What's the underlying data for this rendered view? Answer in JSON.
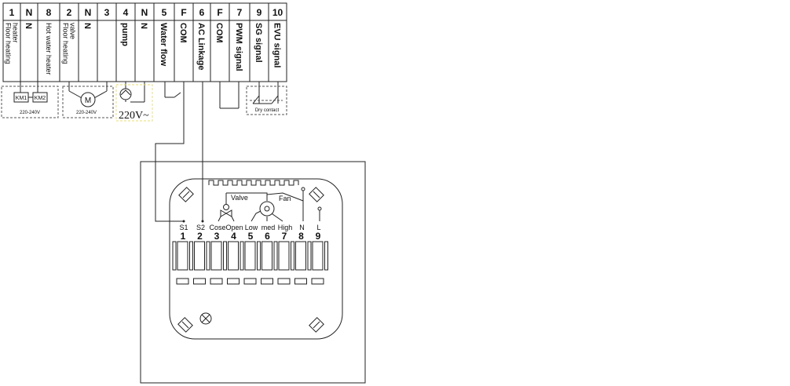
{
  "terminal_strip": {
    "terminals": [
      {
        "num": "1",
        "label": "Floor heating heater",
        "label_lines": [
          "Floor heating",
          "heater"
        ]
      },
      {
        "num": "N",
        "label": "N",
        "label_lines": [
          "N"
        ]
      },
      {
        "num": "8",
        "label": "Hot water heater",
        "label_lines": [
          "Hot water heater"
        ]
      },
      {
        "num": "2",
        "label": "Floor heating valve",
        "label_lines": [
          "Floor heating",
          "valve"
        ]
      },
      {
        "num": "N",
        "label": "N",
        "label_lines": [
          "N"
        ]
      },
      {
        "num": "3",
        "label": "",
        "label_lines": []
      },
      {
        "num": "4",
        "label": "pump",
        "label_lines": [
          "pump"
        ]
      },
      {
        "num": "N",
        "label": "N",
        "label_lines": [
          "N"
        ]
      },
      {
        "num": "5",
        "label": "Water flow",
        "label_lines": [
          "Water flow"
        ]
      },
      {
        "num": "F",
        "label": "COM",
        "label_lines": [
          "COM"
        ]
      },
      {
        "num": "6",
        "label": "AC Linkage",
        "label_lines": [
          "AC Linkage"
        ]
      },
      {
        "num": "F",
        "label": "COM",
        "label_lines": [
          "COM"
        ]
      },
      {
        "num": "7",
        "label": "PWM signal",
        "label_lines": [
          "PWM signal"
        ]
      },
      {
        "num": "9",
        "label": "SG signal",
        "label_lines": [
          "SG signal"
        ]
      },
      {
        "num": "10",
        "label": "EVU signal",
        "label_lines": [
          "EVU signal"
        ]
      }
    ]
  },
  "loads": {
    "km1": "KM1",
    "km2": "KM2",
    "heater_voltage": "220-240V",
    "motor_symbol": "M",
    "valve_voltage": "220-240V",
    "pump_voltage": "220V~",
    "dry_contact": "Dry contact"
  },
  "thermostat": {
    "terminals": [
      {
        "num": "1",
        "label": "S1"
      },
      {
        "num": "2",
        "label": "S2"
      },
      {
        "num": "3",
        "label": "Cose"
      },
      {
        "num": "4",
        "label": "Open"
      },
      {
        "num": "5",
        "label": "Low"
      },
      {
        "num": "6",
        "label": "med"
      },
      {
        "num": "7",
        "label": "High"
      },
      {
        "num": "8",
        "label": "N"
      },
      {
        "num": "9",
        "label": "L"
      }
    ],
    "valve_label": "Valve",
    "fan_label": "Fan"
  }
}
